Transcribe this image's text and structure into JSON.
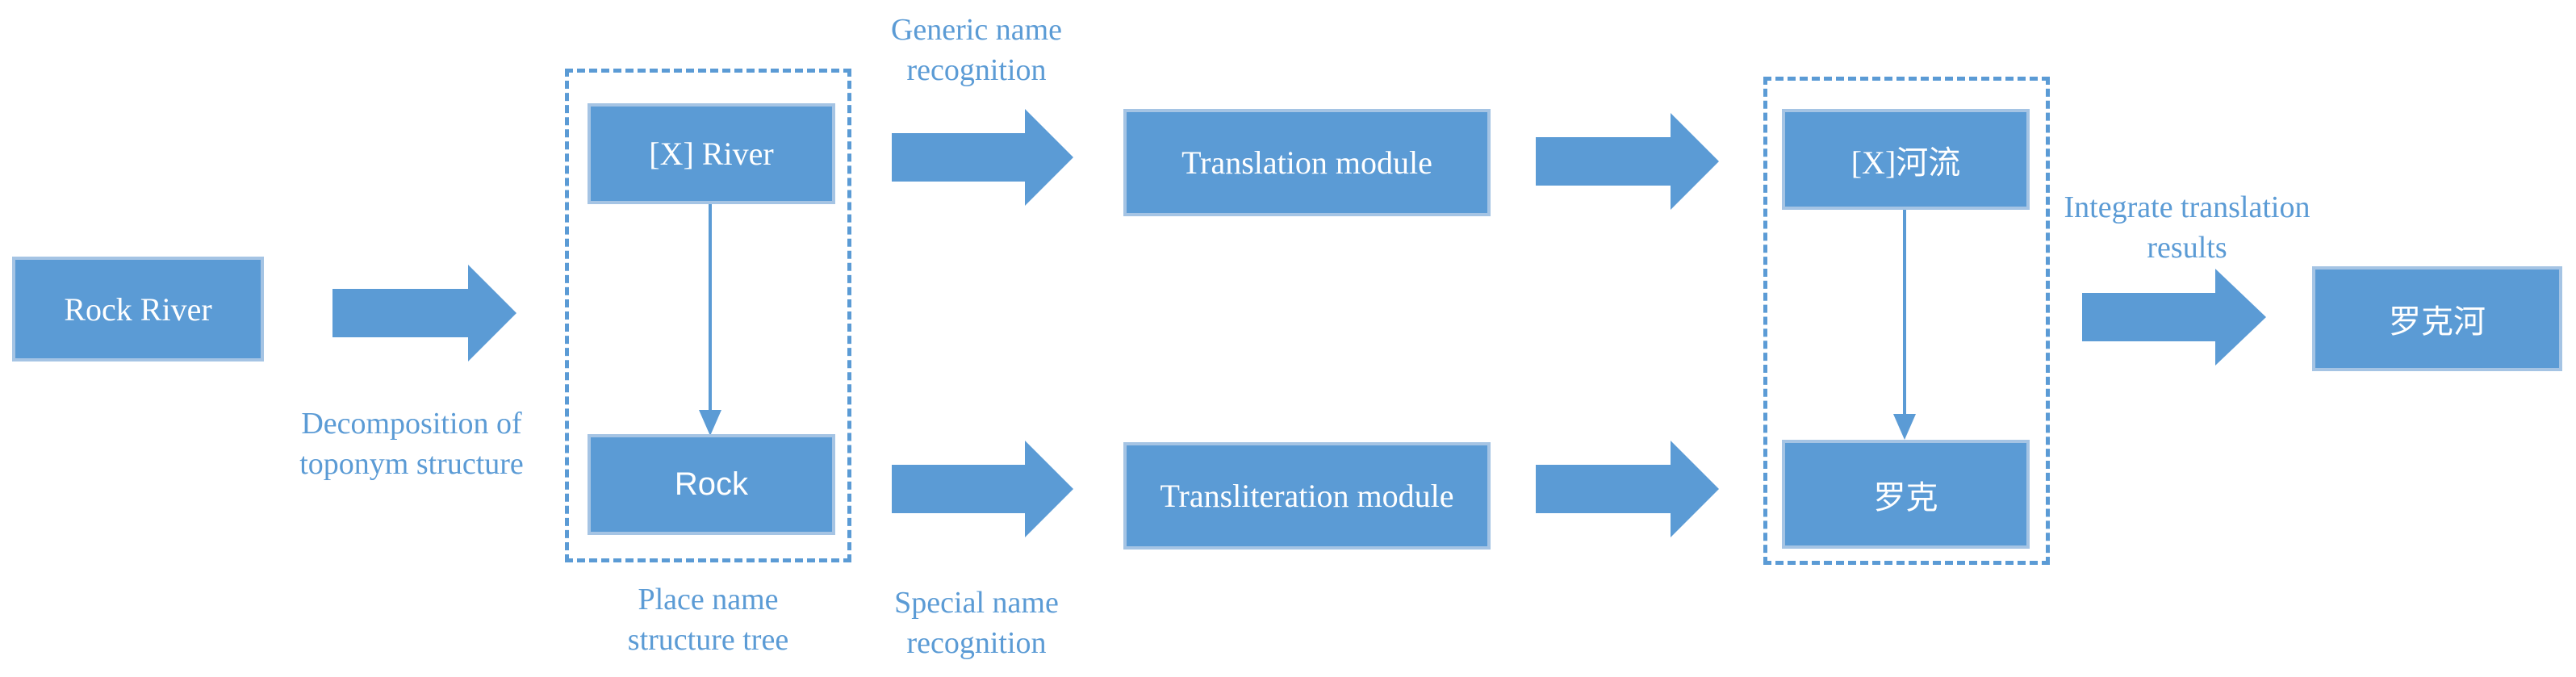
{
  "boxes": {
    "rock_river": "Rock River",
    "x_river": "[X] River",
    "rock": "Rock",
    "translation_module": "Translation module",
    "transliteration_module": "Transliteration module",
    "x_heliu": "[X]河流",
    "luoke": "罗克",
    "luokehe": "罗克河"
  },
  "labels": {
    "decomposition_line1": "Decomposition of",
    "decomposition_line2": "toponym  structure",
    "structure_tree_line1": "Place name",
    "structure_tree_line2": "structure tree",
    "generic_line1": "Generic name",
    "generic_line2": "recognition",
    "special_line1": "Special name",
    "special_line2": "recognition",
    "integrate_line1": "Integrate translation",
    "integrate_line2": "results"
  },
  "colors": {
    "box_fill": "#5b9bd5",
    "box_border": "#a5c4e4",
    "text": "#5b9bd5"
  }
}
